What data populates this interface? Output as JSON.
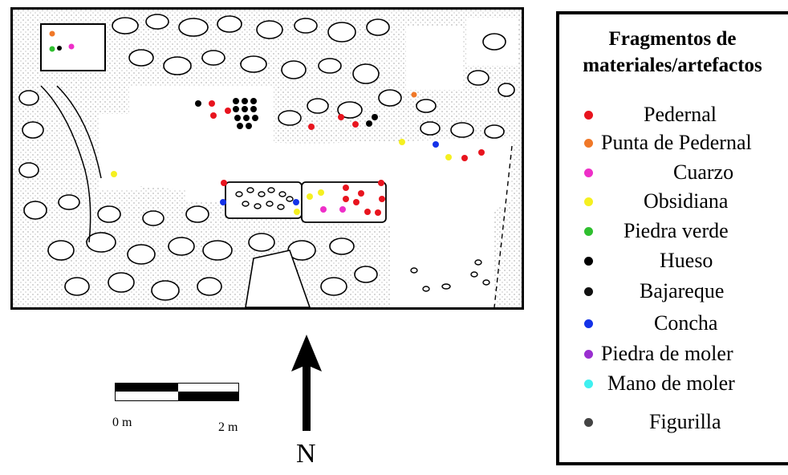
{
  "legend": {
    "title_line1": "Fragmentos de",
    "title_line2": "materiales/artefactos",
    "items": [
      {
        "label": "Pedernal",
        "color": "#e8141e",
        "icon": "red-dot"
      },
      {
        "label": "Punta de Pedernal",
        "color": "#f07828",
        "icon": "orange-dot"
      },
      {
        "label": "Cuarzo",
        "color": "#ee2fc8",
        "icon": "magenta-dot"
      },
      {
        "label": "Obsidiana",
        "color": "#f5f020",
        "icon": "yellow-dot"
      },
      {
        "label": "Piedra verde",
        "color": "#2fbf2f",
        "icon": "green-dot"
      },
      {
        "label": "Hueso",
        "color": "#000000",
        "icon": "black-dot"
      },
      {
        "label": "Bajareque",
        "color": "#111111",
        "icon": "black-dot"
      },
      {
        "label": "Concha",
        "color": "#1432e8",
        "icon": "blue-dot"
      },
      {
        "label": "Piedra de moler",
        "color": "#9a2fd0",
        "icon": "purple-dot"
      },
      {
        "label": "Mano de moler",
        "color": "#3ff0f0",
        "icon": "cyan-dot"
      },
      {
        "label": "Figurilla",
        "color": "#444444",
        "icon": "gray-dot"
      }
    ]
  },
  "scale": {
    "start_label": "0 m",
    "end_label": "2 m"
  },
  "north_arrow": {
    "label": "N"
  }
}
